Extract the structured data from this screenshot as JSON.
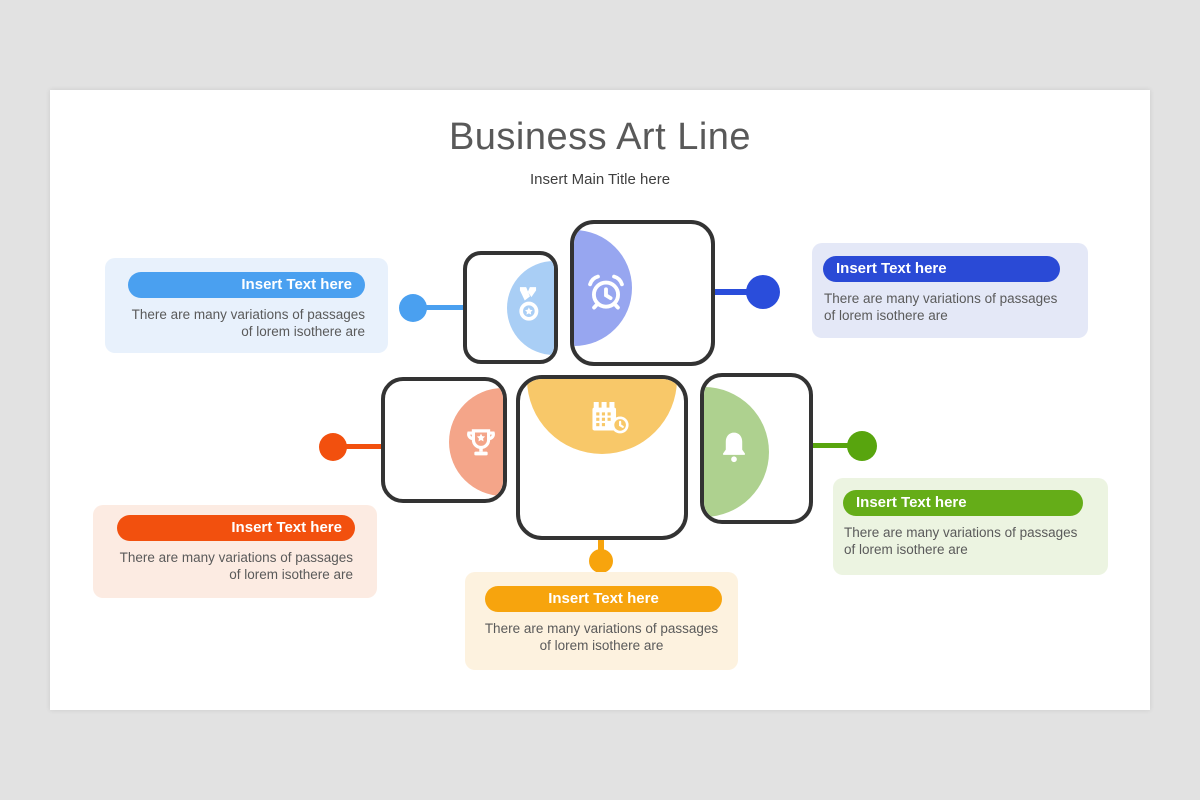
{
  "slide": {
    "title": "Business Art Line",
    "subtitle": "Insert Main Title here"
  },
  "callouts": {
    "top_left": {
      "label": "Insert Text here",
      "body": "There are many variations of passages of lorem isothere are",
      "align": "right",
      "accent_color": "#4aa0f0",
      "bg_color": "#e8f1fc"
    },
    "top_right": {
      "label": "Insert Text here",
      "body": "There are many variations of passages of lorem isothere are",
      "align": "left",
      "accent_color": "#2a4ad6",
      "bg_color": "#e4e8f7"
    },
    "bottom_left": {
      "label": "Insert Text here",
      "body": "There are many variations of passages of lorem isothere are",
      "align": "right",
      "accent_color": "#f2500e",
      "bg_color": "#fcebe2"
    },
    "bottom_right": {
      "label": "Insert Text here",
      "body": "There are many variations of passages of lorem isothere are",
      "align": "left",
      "accent_color": "#65ad18",
      "bg_color": "#ecf4e1"
    },
    "bottom_center": {
      "label": "Insert Text here",
      "body": "There are many variations of passages of lorem isothere are",
      "align": "center",
      "accent_color": "#f7a40d",
      "bg_color": "#fdf2df"
    }
  },
  "diagram": {
    "cards": [
      {
        "icon": "medal-icon",
        "half_circle_color": "#a9cef5",
        "half_circle_side": "right"
      },
      {
        "icon": "alarm-clock-icon",
        "half_circle_color": "#97a6f0",
        "half_circle_side": "left"
      },
      {
        "icon": "trophy-icon",
        "half_circle_color": "#f4a589",
        "half_circle_side": "right"
      },
      {
        "icon": "calendar-clock-icon",
        "half_circle_color": "#f8c869",
        "half_circle_side": "top"
      },
      {
        "icon": "bell-icon",
        "half_circle_color": "#aed18f",
        "half_circle_side": "left"
      }
    ],
    "card_border_color": "#333333",
    "connectors": [
      {
        "name": "left-top",
        "color": "#4aa0f0"
      },
      {
        "name": "right-top",
        "color": "#2a4ddb"
      },
      {
        "name": "left-middle",
        "color": "#f2500e"
      },
      {
        "name": "right-middle",
        "color": "#58a50e"
      },
      {
        "name": "bottom",
        "color": "#f7a40d"
      }
    ]
  }
}
